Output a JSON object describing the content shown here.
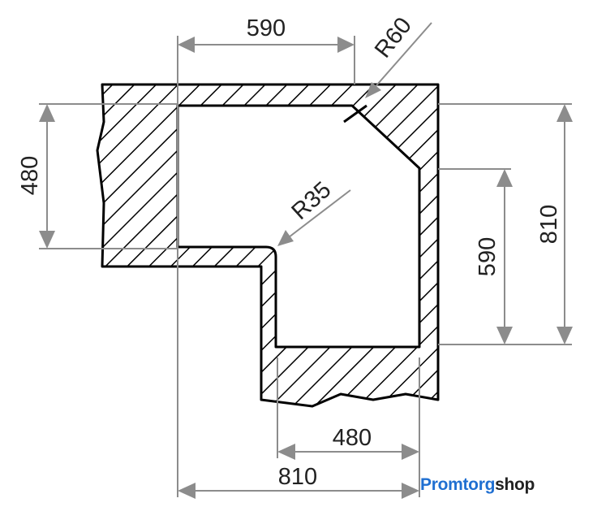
{
  "dimensions": {
    "top_width": "590",
    "corner_radius": "R60",
    "left_height": "480",
    "inner_radius": "R35",
    "right_inner_height": "590",
    "right_total_height": "810",
    "bottom_inner_width": "480",
    "bottom_total_width": "810"
  },
  "logo": {
    "part1": "Promtorg",
    "part2": "shop"
  },
  "colors": {
    "outline": "#000000",
    "hatch": "#000000",
    "dimension": "#8c8c8c",
    "text": "#222222",
    "brand_blue": "#1f6fd1"
  }
}
